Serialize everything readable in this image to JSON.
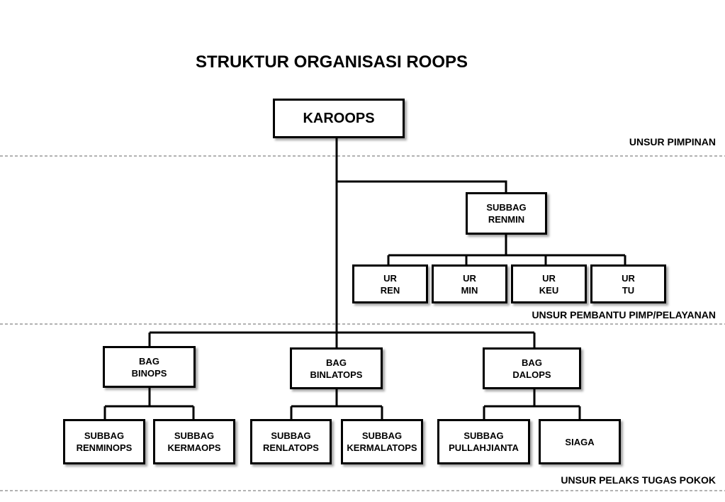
{
  "title": "STRUKTUR ORGANISASI ROOPS",
  "sections": {
    "pimpinan": "UNSUR PIMPINAN",
    "pembantu": "UNSUR PEMBANTU PIMP/PELAYANAN",
    "pelaks": "UNSUR PELAKS TUGAS POKOK"
  },
  "nodes": {
    "karoops": "KAROOPS",
    "subbag_renmin": "SUBBAG\nRENMIN",
    "ur_ren": "UR\nREN",
    "ur_min": "UR\nMIN",
    "ur_keu": "UR\nKEU",
    "ur_tu": "UR\nTU",
    "bag_binops": "BAG\nBINOPS",
    "bag_binlatops": "BAG\nBINLATOPS",
    "bag_dalops": "BAG\nDALOPS",
    "subbag_renminops": "SUBBAG\nRENMINOPS",
    "subbag_kermaops": "SUBBAG\nKERMAOPS",
    "subbag_renlatops": "SUBBAG\nRENLATOPS",
    "subbag_kermalatops": "SUBBAG\nKERMALATOPS",
    "subbag_pullahjianta": "SUBBAG\nPULLAHJIANTA",
    "siaga": "SIAGA"
  }
}
